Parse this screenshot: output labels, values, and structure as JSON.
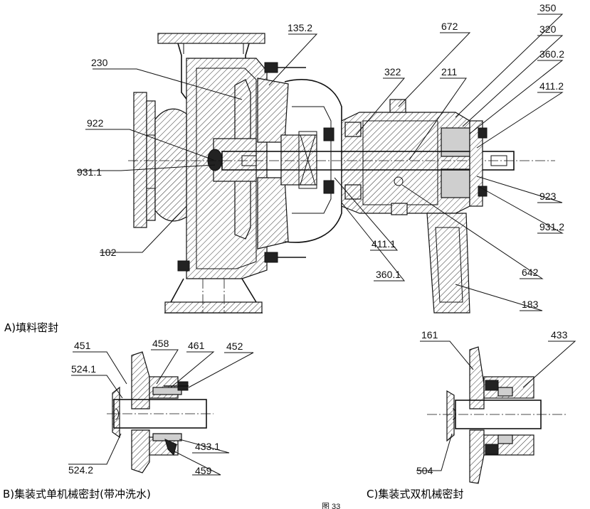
{
  "section_a": {
    "caption": "A)填料密封",
    "labels": [
      "230",
      "922",
      "931.1",
      "102",
      "135.2",
      "322",
      "672",
      "211",
      "350",
      "320",
      "360.2",
      "411.2",
      "923",
      "931.2",
      "642",
      "183",
      "411.1",
      "360.1"
    ]
  },
  "section_b": {
    "caption": "B)集装式单机械密封(带冲洗水)",
    "labels": [
      "451",
      "458",
      "461",
      "452",
      "524.1",
      "524.2",
      "433.1",
      "459"
    ]
  },
  "section_c": {
    "caption": "C)集装式双机械密封",
    "labels": [
      "161",
      "433",
      "504"
    ]
  },
  "footer": "图 33"
}
